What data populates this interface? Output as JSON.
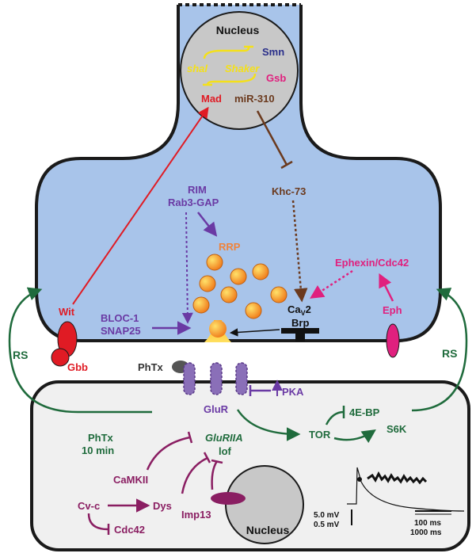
{
  "presynaptic": {
    "nucleus_title": "Nucleus",
    "genes": {
      "shal": "shal",
      "shaker": "Shaker",
      "smn": "Smn",
      "gsb": "Gsb",
      "mad": "Mad",
      "mir310": "miR-310"
    },
    "khc73": "Khc-73",
    "rim": "RIM",
    "rab3gap": "Rab3-GAP",
    "rrp": "RRP",
    "ephexin": "Ephexin/Cdc42",
    "cav2_base": "Ca",
    "cav2_sub": "V",
    "cav2_tail": "2",
    "brp": "Brp",
    "eph": "Eph",
    "wit": "Wit",
    "gbb": "Gbb",
    "bloc1": "BLOC-1",
    "snap25": "SNAP25"
  },
  "postsynaptic": {
    "phtx": "PhTx",
    "glur": "GluR",
    "pka": "PKA",
    "rs_left": "RS",
    "rs_right": "RS",
    "phtx_10": "PhTx",
    "ten_min": "10 min",
    "glur_iia": "GluRIIA",
    "lof": "lof",
    "tor": "TOR",
    "four_ebp": "4E-BP",
    "s6k": "S6K",
    "camkii": "CaMKII",
    "cvc": "Cv-c",
    "dys": "Dys",
    "cdc42": "Cdc42",
    "imp13": "Imp13",
    "nucleus_title": "Nucleus"
  },
  "trace": {
    "mv_major": "5.0 mV",
    "mv_minor": "0.5 mV",
    "ms_major": "100 ms",
    "ms_minor": "1000 ms"
  },
  "colors": {
    "presyn_fill": "#a8c4ea",
    "postsyn_fill": "#f0f0f0",
    "nucleus_fill": "#c8c8c8",
    "green": "#1f6b3c",
    "purple": "#6a3aa4",
    "magenta": "#e0207e",
    "plum": "#8a1e62",
    "brown": "#6b3a1e",
    "red": "#e01b24",
    "yellow": "#f4e01a",
    "navy": "#2a2f8a",
    "orange": "#f0833a"
  }
}
